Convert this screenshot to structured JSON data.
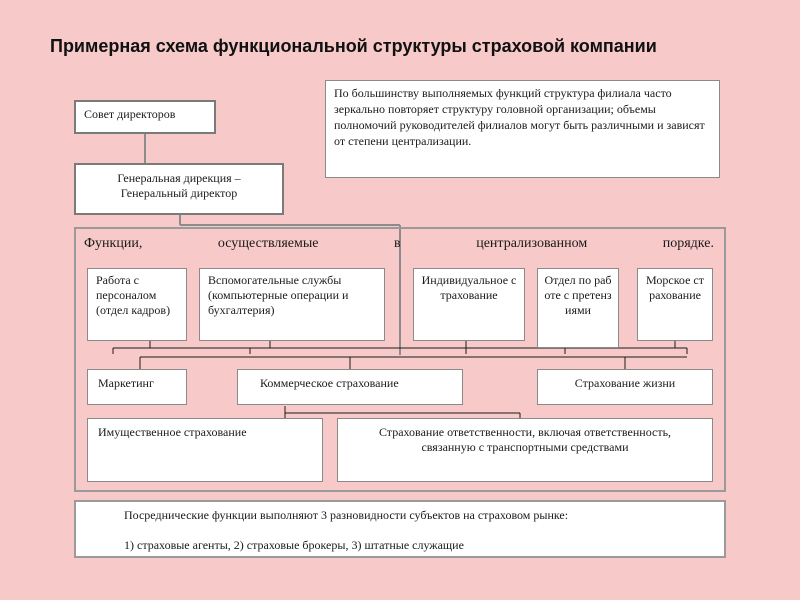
{
  "title": "Примерная схема функциональной структуры страховой компании",
  "note": {
    "text": "По большинству выполняемых функций структура филиала часто зеркально повторяет структуру головной организации; объемы полномочий руководителей филиалов могут быть различными и зависят от степени централизации."
  },
  "nodes": {
    "board": "Совет директоров",
    "general": "Генеральная дирекция – Генеральный директор",
    "hr": "Работа с персоналом (отдел кадров)",
    "aux": "Вспомогательные службы (компьютерные операции и бухгалтерия)",
    "individual": "Индивидуальное страхование",
    "claims": "Отдел по работе с претензиями",
    "marine": "Морское страхование",
    "marketing": "Маркетинг",
    "commercial": "Коммерческое страхование",
    "life": "Страхование жизни",
    "property": "Имущественное страхование",
    "liability": "Страхование ответственности, включая ответственность, связанную с транспортными средствами"
  },
  "panel_title_words": [
    "Функции,",
    "осуществляемые",
    "в",
    "централизованном",
    "порядке."
  ],
  "bottom": {
    "line1": "Посреднические функции выполняют 3 разновидности субъектов на страховом рынке:",
    "line2": "1) страховые агенты, 2) страховые брокеры, 3) штатные служащие"
  }
}
